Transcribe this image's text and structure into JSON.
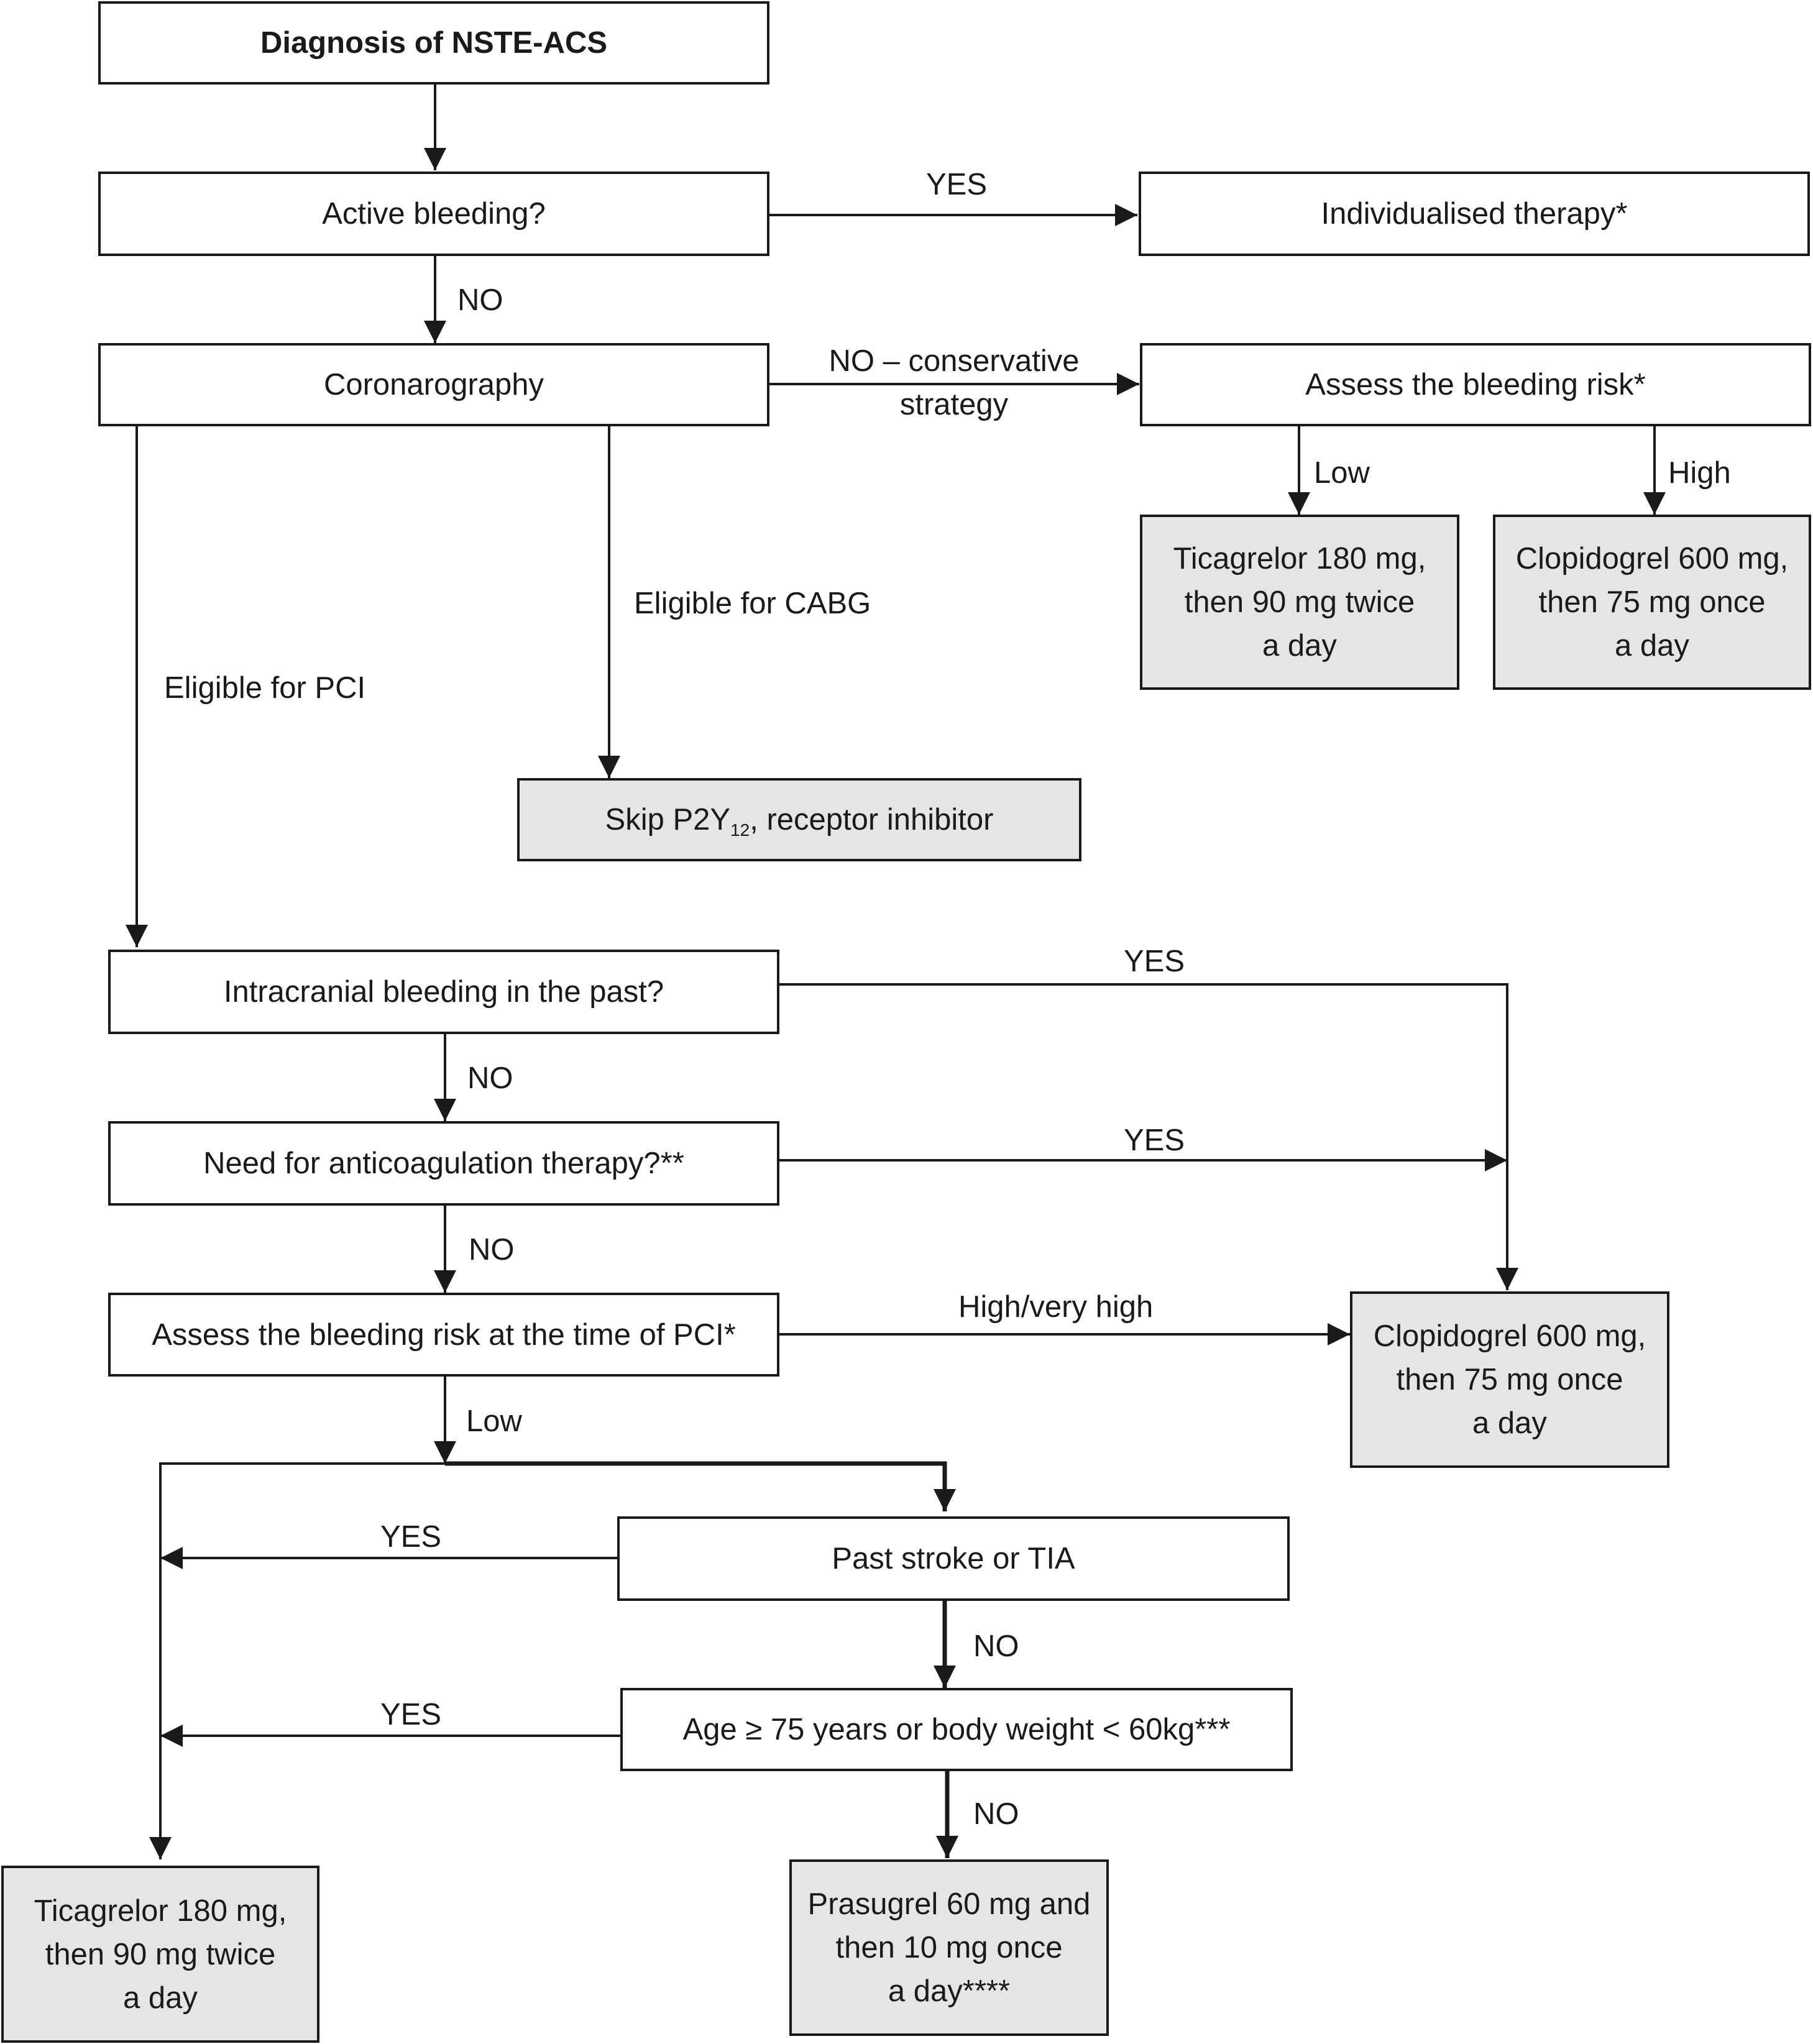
{
  "boxes": {
    "diagnosis": "Diagnosis of NSTE-ACS",
    "active_bleeding": "Active bleeding?",
    "individualised": "Individualised therapy*",
    "coronarography": "Coronarography",
    "assess_bleeding_risk": "Assess the bleeding risk*",
    "ticagrelor_top": [
      "Ticagrelor 180 mg,",
      "then 90 mg twice",
      "a day"
    ],
    "clopidogrel_top": [
      "Clopidogrel 600 mg,",
      "then 75 mg once",
      "a day"
    ],
    "skip_p2y12": {
      "pre": "Skip P2Y",
      "sub": "12",
      "post": ", receptor inhibitor"
    },
    "intracranial": "Intracranial bleeding in the past?",
    "anticoagulation": "Need for anticoagulation therapy?**",
    "assess_pci": "Assess the bleeding risk at the time of PCI*",
    "clopidogrel_mid": [
      "Clopidogrel 600 mg,",
      "then 75 mg once",
      "a day"
    ],
    "past_stroke": "Past stroke or TIA",
    "age_weight": "Age ≥ 75 years or body weight < 60kg***",
    "ticagrelor_bottom": [
      "Ticagrelor 180 mg,",
      "then 90 mg twice",
      "a day"
    ],
    "prasugrel": [
      "Prasugrel 60 mg and",
      "then 10 mg once",
      "a day****"
    ]
  },
  "labels": {
    "yes_individualised": "YES",
    "no_after_bleeding": "NO",
    "no_conservative": [
      "NO – conservative",
      "strategy"
    ],
    "low_top": "Low",
    "high_top": "High",
    "eligible_cabg": "Eligible for CABG",
    "eligible_pci": "Eligible for PCI",
    "yes_intracranial": "YES",
    "no_after_intracranial": "NO",
    "yes_anticoag": "YES",
    "no_after_anticoag": "NO",
    "high_very_high": "High/very high",
    "low_pci": "Low",
    "yes_stroke": "YES",
    "no_after_stroke": "NO",
    "yes_age": "YES",
    "no_after_age": "NO"
  }
}
